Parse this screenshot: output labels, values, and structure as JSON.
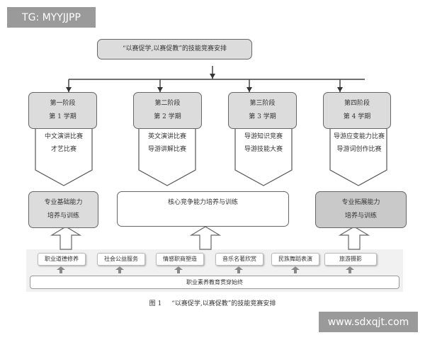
{
  "watermark_top": "TG: MYYJJPP",
  "watermark_bottom": "www.sdxqjt.com",
  "title": "“以赛促学,以赛促教”的技能竞赛安排",
  "stages": [
    {
      "name": "第一阶段",
      "term": "第 1 学期",
      "items": [
        "中文演讲比赛",
        "才艺比赛"
      ]
    },
    {
      "name": "第二阶段",
      "term": "第 2 学期",
      "items": [
        "英文演讲比赛",
        "导游讲解比赛"
      ]
    },
    {
      "name": "第三阶段",
      "term": "第 3 学期",
      "items": [
        "导游知识竞赛",
        "导游技能大赛"
      ]
    },
    {
      "name": "第四阶段",
      "term": "第 4 学期",
      "items": [
        "导游应变能力比赛",
        "导游词创作比赛"
      ]
    }
  ],
  "abilities": [
    {
      "l1": "专业基础能力",
      "l2": "培养与训练"
    },
    {
      "l1": "核心竞争能力培养与训练"
    },
    {
      "l1": "专业拓展能力",
      "l2": "培养与训练"
    }
  ],
  "activities": [
    "职业道德修养",
    "社会公益服务",
    "情感职商塑造",
    "音乐名著欣赏",
    "民族舞蹈表演",
    "旅游摄影"
  ],
  "foundation": "职业素养教育贯穿始终",
  "caption_num": "图 1",
  "caption": "“以赛促学,以赛促教”的技能竞赛安排"
}
